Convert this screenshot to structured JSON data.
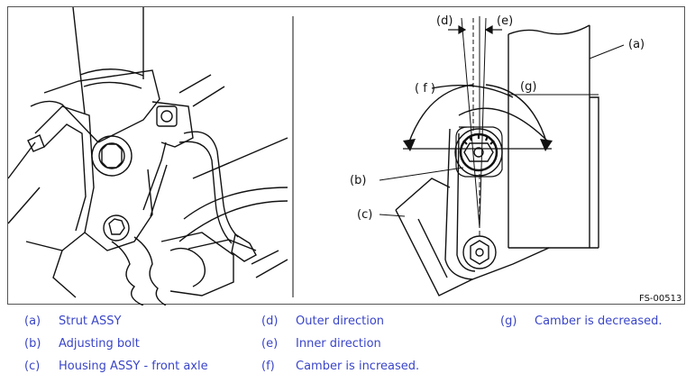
{
  "figure": {
    "code": "FS-00513",
    "callouts": {
      "a": "(a)",
      "b": "(b)",
      "c": "(c)",
      "d": "(d)",
      "e": "(e)",
      "f": "( f )",
      "g": "(g)"
    }
  },
  "legend": {
    "col1": [
      {
        "key": "(a)",
        "text": "Strut ASSY"
      },
      {
        "key": "(b)",
        "text": "Adjusting bolt"
      },
      {
        "key": "(c)",
        "text": "Housing ASSY - front axle"
      }
    ],
    "col2": [
      {
        "key": "(d)",
        "text": "Outer direction"
      },
      {
        "key": "(e)",
        "text": "Inner direction"
      },
      {
        "key": "(f)",
        "text": "Camber is increased."
      }
    ],
    "col3": [
      {
        "key": "(g)",
        "text": "Camber is decreased."
      }
    ]
  },
  "colors": {
    "legend_text": "#3a45c8",
    "line": "#111111"
  }
}
